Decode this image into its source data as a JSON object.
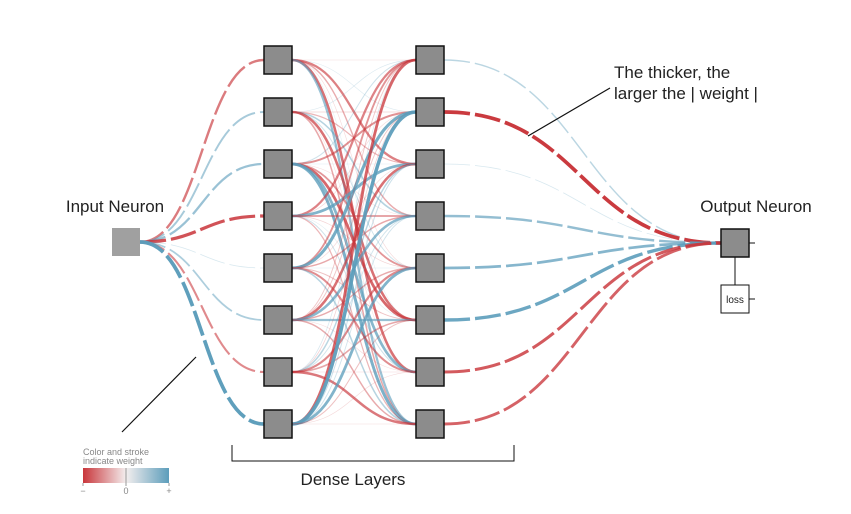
{
  "labels": {
    "input_neuron": "Input Neuron",
    "output_neuron": "Output Neuron",
    "dense_layers": "Dense Layers",
    "thicker_line1": "The thicker, the",
    "thicker_line2": "larger the | weight |",
    "loss": "loss"
  },
  "legend": {
    "line1": "Color and stroke",
    "line2": "indicate weight",
    "minus": "−",
    "zero": "0",
    "plus": "+"
  },
  "colors": {
    "negative": "#c9363b",
    "positive": "#5c9dbb",
    "neuron_fill": "#8c8c8c",
    "neuron_stroke": "#111111",
    "input_fill": "#a0a0a0"
  },
  "network": {
    "hidden_layer_sizes": [
      8,
      8
    ],
    "input_to_h1_weights": [
      -0.6,
      0.45,
      0.55,
      -0.85,
      0.08,
      0.4,
      -0.5,
      1.0
    ],
    "h2_to_output_weights": [
      0.3,
      -1.0,
      0.08,
      0.6,
      0.7,
      0.9,
      -0.8,
      -0.75
    ]
  }
}
